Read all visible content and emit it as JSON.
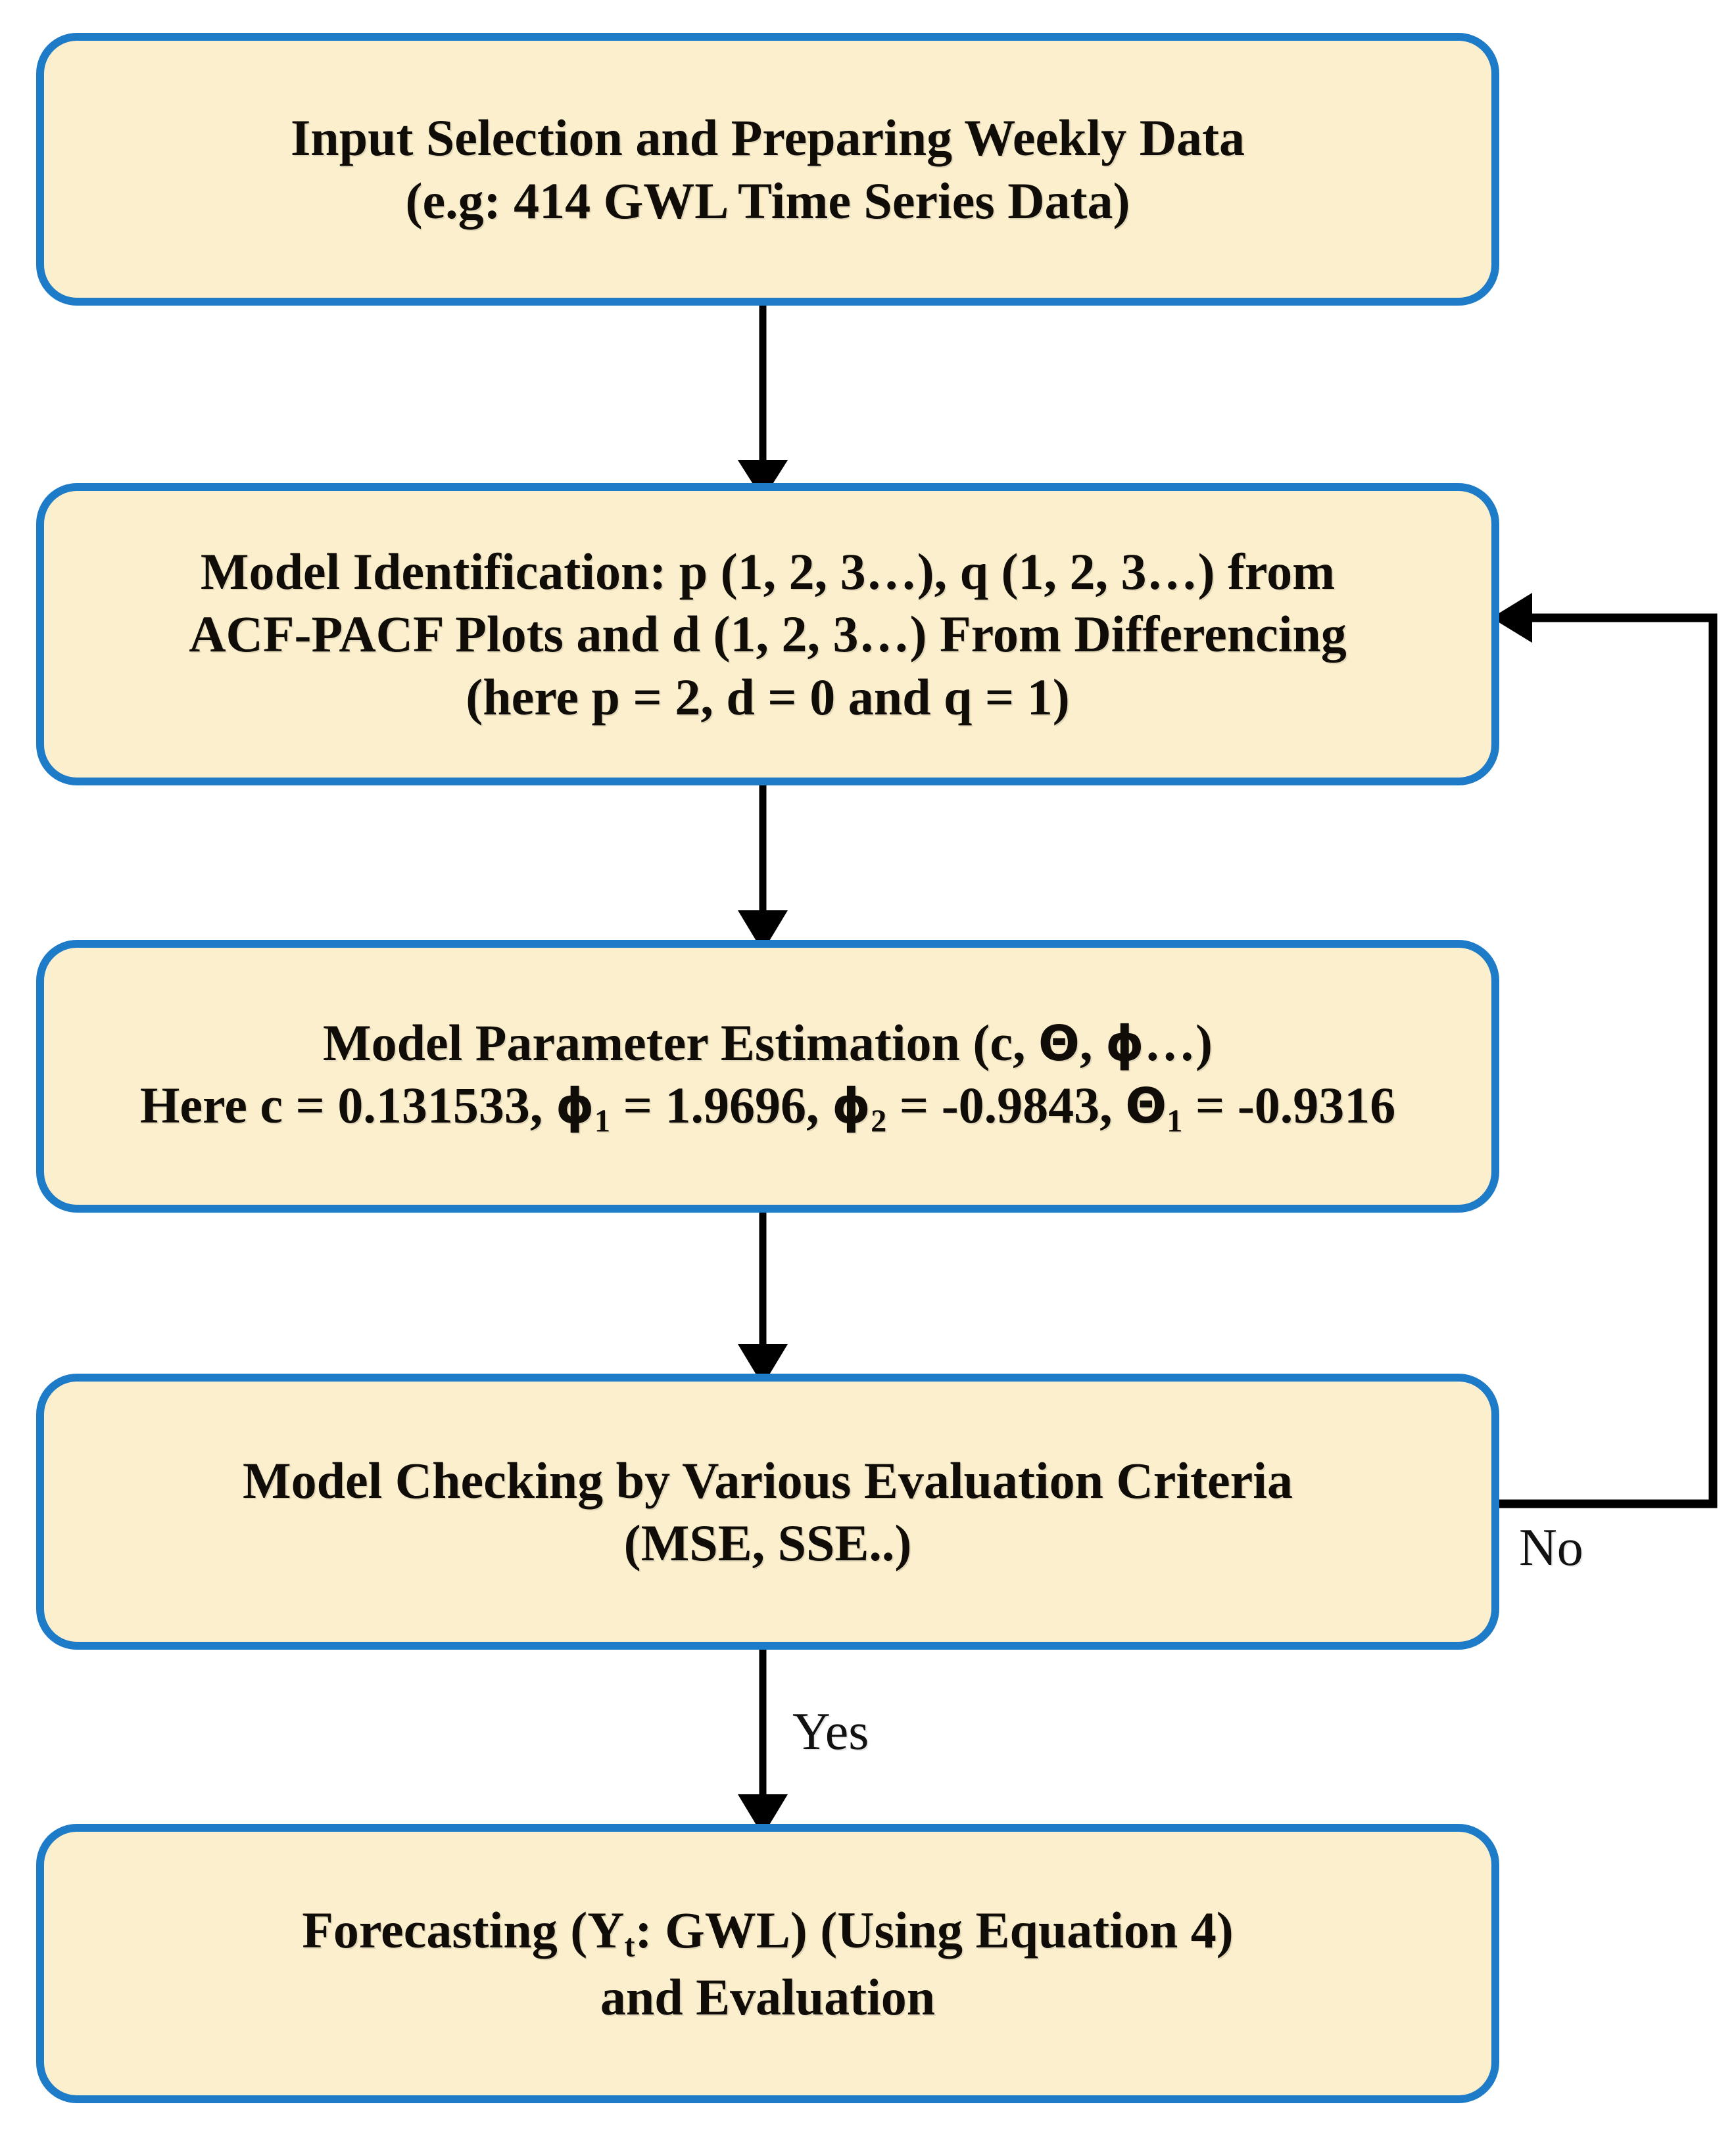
{
  "diagram": {
    "title_context": "ARIMA model building flowchart",
    "fill_color": "#FCEFCD",
    "border_color": "#1E7BC8",
    "arrow_color": "#000000",
    "nodes": [
      {
        "id": "input-selection",
        "line1": "Input Selection  and Preparing Weekly Data",
        "line2": "(e.g: 414 GWL Time Series Data)"
      },
      {
        "id": "model-identification",
        "line1": "Model Identification:  p (1, 2, 3…), q (1, 2, 3…) from",
        "line2": "ACF-PACF Plots and d (1, 2, 3…) From Differencing",
        "line3": "(here p = 2, d = 0 and q = 1)"
      },
      {
        "id": "parameter-estimation",
        "line1_prefix": "Model Parameter Estimation (c, ",
        "line1_theta": "Θ",
        "line1_mid": ", ",
        "line1_phi": "ϕ",
        "line1_suffix": "…)",
        "line2_a": "Here c = 0.131533, ",
        "line2_phi1": "ϕ",
        "line2_phi1_sub": "1",
        "line2_b": " = 1.9696, ",
        "line2_phi2": "ϕ",
        "line2_phi2_sub": "2",
        "line2_c": " = -0.9843, ",
        "line2_theta1": "Θ",
        "line2_theta1_sub": "1",
        "line2_d": " = -0.9316"
      },
      {
        "id": "model-checking",
        "line1": "Model Checking by Various Evaluation Criteria",
        "line2": "(MSE, SSE..)"
      },
      {
        "id": "forecasting",
        "line1_a": "Forecasting (Y",
        "line1_sub": "t",
        "line1_b": ": GWL) (Using Equation 4)",
        "line2": "and Evaluation"
      }
    ],
    "edges": {
      "yes_label": "Yes",
      "no_label": "No"
    }
  }
}
